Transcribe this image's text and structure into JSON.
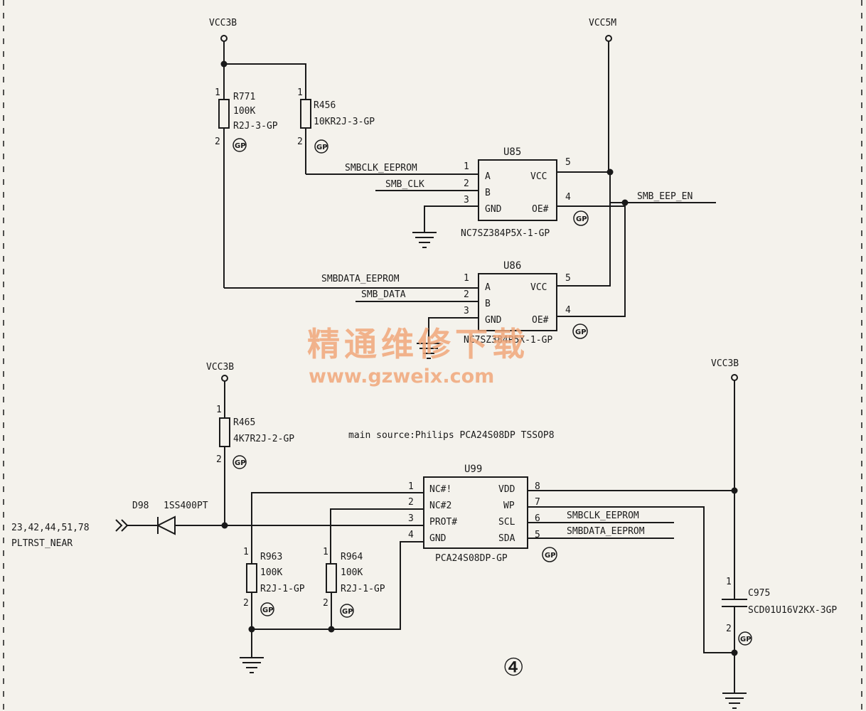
{
  "rails": {
    "vcc3b_label": "VCC3B",
    "vcc5m_label": "VCC5M"
  },
  "gp_mark": "GP",
  "pin1": "1",
  "pin2": "2",
  "pin3": "3",
  "pin4": "4",
  "pin5": "5",
  "pin6": "6",
  "pin7": "7",
  "pin8": "8",
  "r771": {
    "ref": "R771",
    "value": "100K",
    "footprint": "R2J-3-GP"
  },
  "r456": {
    "ref": "R456",
    "value": "10KR2J-3-GP"
  },
  "r465": {
    "ref": "R465",
    "value": "4K7R2J-2-GP"
  },
  "r963": {
    "ref": "R963",
    "value": "100K",
    "footprint": "R2J-1-GP"
  },
  "r964": {
    "ref": "R964",
    "value": "100K",
    "footprint": "R2J-1-GP"
  },
  "c975": {
    "ref": "C975",
    "value": "SCD01U16V2KX-3GP"
  },
  "u85": {
    "ref": "U85",
    "part": "NC7SZ384P5X-1-GP",
    "pins_left": [
      "A",
      "B",
      "GND"
    ],
    "pins_right": [
      "VCC",
      "OE#"
    ]
  },
  "u86": {
    "ref": "U86",
    "part": "NC7SZ384P5X-1-GP",
    "pins_left": [
      "A",
      "B",
      "GND"
    ],
    "pins_right": [
      "VCC",
      "OE#"
    ]
  },
  "u99": {
    "ref": "U99",
    "part": "PCA24S08DP-GP",
    "pins_left": [
      "NC#!",
      "NC#2",
      "PROT#",
      "GND"
    ],
    "pins_right": [
      "VDD",
      "WP",
      "SCL",
      "SDA"
    ]
  },
  "d98": {
    "ref": "D98",
    "part": "1SS400PT"
  },
  "nets": {
    "smbclk_eeprom": "SMBCLK_EEPROM",
    "smb_clk": "SMB_CLK",
    "smbdata_eeprom": "SMBDATA_EEPROM",
    "smb_data": "SMB_DATA",
    "smb_eep_en": "SMB_EEP_EN",
    "pltrst_near": "PLTRST_NEAR",
    "offpage_refs": "23,42,44,51,78"
  },
  "note": "main source:Philips PCA24S08DP TSSOP8",
  "figure_number": "④",
  "watermark": {
    "title": "精通维修下载",
    "url": "www.gzweix.com"
  }
}
